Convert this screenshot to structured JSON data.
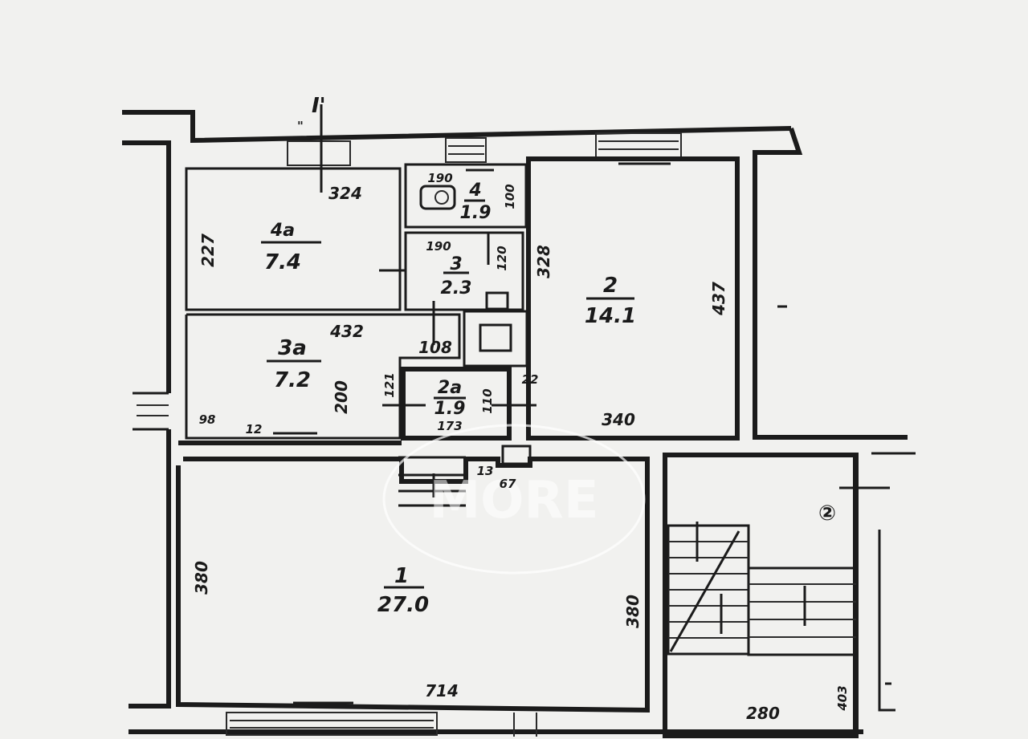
{
  "section_mark": "I'",
  "section_tick": "\"",
  "watermark": "MORE",
  "stair_badge": "②",
  "rooms": {
    "r1": {
      "number": "1",
      "area": "27.0"
    },
    "r2": {
      "number": "2",
      "area": "14.1"
    },
    "r2a": {
      "number": "2а",
      "area": "1.9"
    },
    "r3": {
      "number": "3",
      "area": "2.3"
    },
    "r3a": {
      "number": "3а",
      "area": "7.2"
    },
    "r4": {
      "number": "4",
      "area": "1.9"
    },
    "r4a": {
      "number": "4а",
      "area": "7.4"
    }
  },
  "dimensions": {
    "d324": "324",
    "d227": "227",
    "d190a": "190",
    "d100": "100",
    "d190b": "190",
    "d120": "120",
    "d328": "328",
    "d437": "437",
    "d432": "432",
    "d108": "108",
    "d200": "200",
    "d121": "121",
    "d173": "173",
    "d110": "110",
    "d22": "22",
    "d340": "340",
    "d98": "98",
    "d12": "12",
    "d13": "13",
    "d67": "67",
    "d380l": "380",
    "d380r": "380",
    "d714": "714",
    "d280": "280",
    "d403": "403"
  },
  "colors": {
    "paper": "#f1f1ef",
    "ink": "#1b1b1b"
  }
}
